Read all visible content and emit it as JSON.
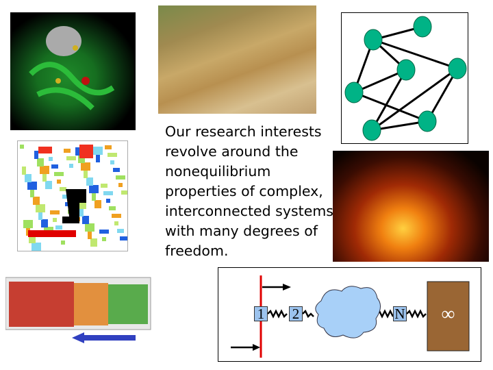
{
  "body_text": "Our research interests revolve around the nonequilibrium properties of complex, interconnected systems with many degrees of freedom.",
  "spring_diagram": {
    "labels": [
      "1",
      "2",
      "N"
    ],
    "reservoir_label": "∞"
  },
  "colors": {
    "node": "#00b386",
    "reservoir": "#9a6634",
    "cloud": "#a8d0f8",
    "wall": "#e00000",
    "arrow": "#3040c0"
  }
}
